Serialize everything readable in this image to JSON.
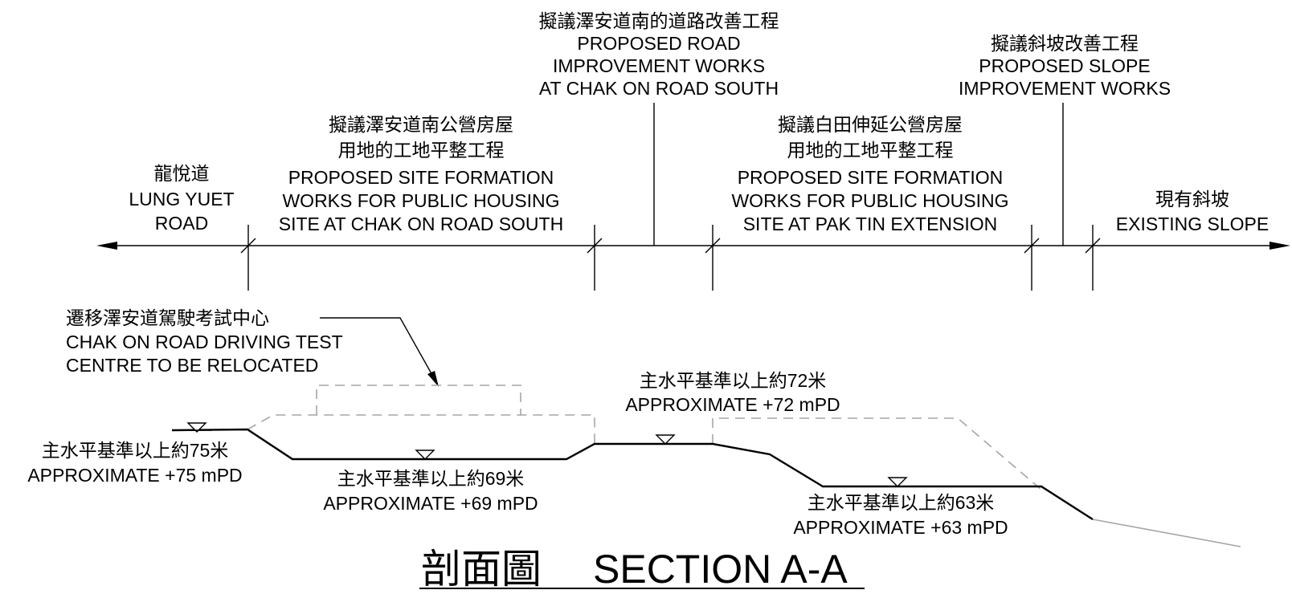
{
  "zones": {
    "lung_yuet_road": {
      "zh": "龍悅道",
      "en1": "LUNG YUET",
      "en2": "ROAD"
    },
    "site_chak_on": {
      "zh1": "擬議澤安道南公營房屋",
      "zh2": "用地的工地平整工程",
      "en1": "PROPOSED SITE FORMATION",
      "en2": "WORKS FOR PUBLIC HOUSING",
      "en3": "SITE AT CHAK ON ROAD SOUTH"
    },
    "road_improvement": {
      "zh": "擬議澤安道南的道路改善工程",
      "en1": "PROPOSED ROAD",
      "en2": "IMPROVEMENT WORKS",
      "en3": "AT CHAK ON ROAD SOUTH"
    },
    "site_pak_tin": {
      "zh1": "擬議白田伸延公營房屋",
      "zh2": "用地的工地平整工程",
      "en1": "PROPOSED SITE FORMATION",
      "en2": "WORKS FOR PUBLIC HOUSING",
      "en3": "SITE AT PAK TIN EXTENSION"
    },
    "slope_improvement": {
      "zh": "擬議斜坡改善工程",
      "en1": "PROPOSED SLOPE",
      "en2": "IMPROVEMENT WORKS"
    },
    "existing_slope": {
      "zh": "現有斜坡",
      "en": "EXISTING SLOPE"
    }
  },
  "driving_test": {
    "zh": "遷移澤安道駕駛考試中心",
    "en1": "CHAK ON ROAD DRIVING TEST",
    "en2": "CENTRE TO BE RELOCATED"
  },
  "levels": {
    "l75": {
      "zh": "主水平基準以上約75米",
      "en": "APPROXIMATE +75 mPD"
    },
    "l69": {
      "zh": "主水平基準以上約69米",
      "en": "APPROXIMATE +69 mPD"
    },
    "l72": {
      "zh": "主水平基準以上約72米",
      "en": "APPROXIMATE +72 mPD"
    },
    "l63": {
      "zh": "主水平基準以上約63米",
      "en": "APPROXIMATE +63 mPD"
    }
  },
  "title": {
    "zh": "剖面圖",
    "en": "SECTION A-A"
  },
  "colors": {
    "line": "#000000",
    "existing": "#a6a6a6"
  }
}
